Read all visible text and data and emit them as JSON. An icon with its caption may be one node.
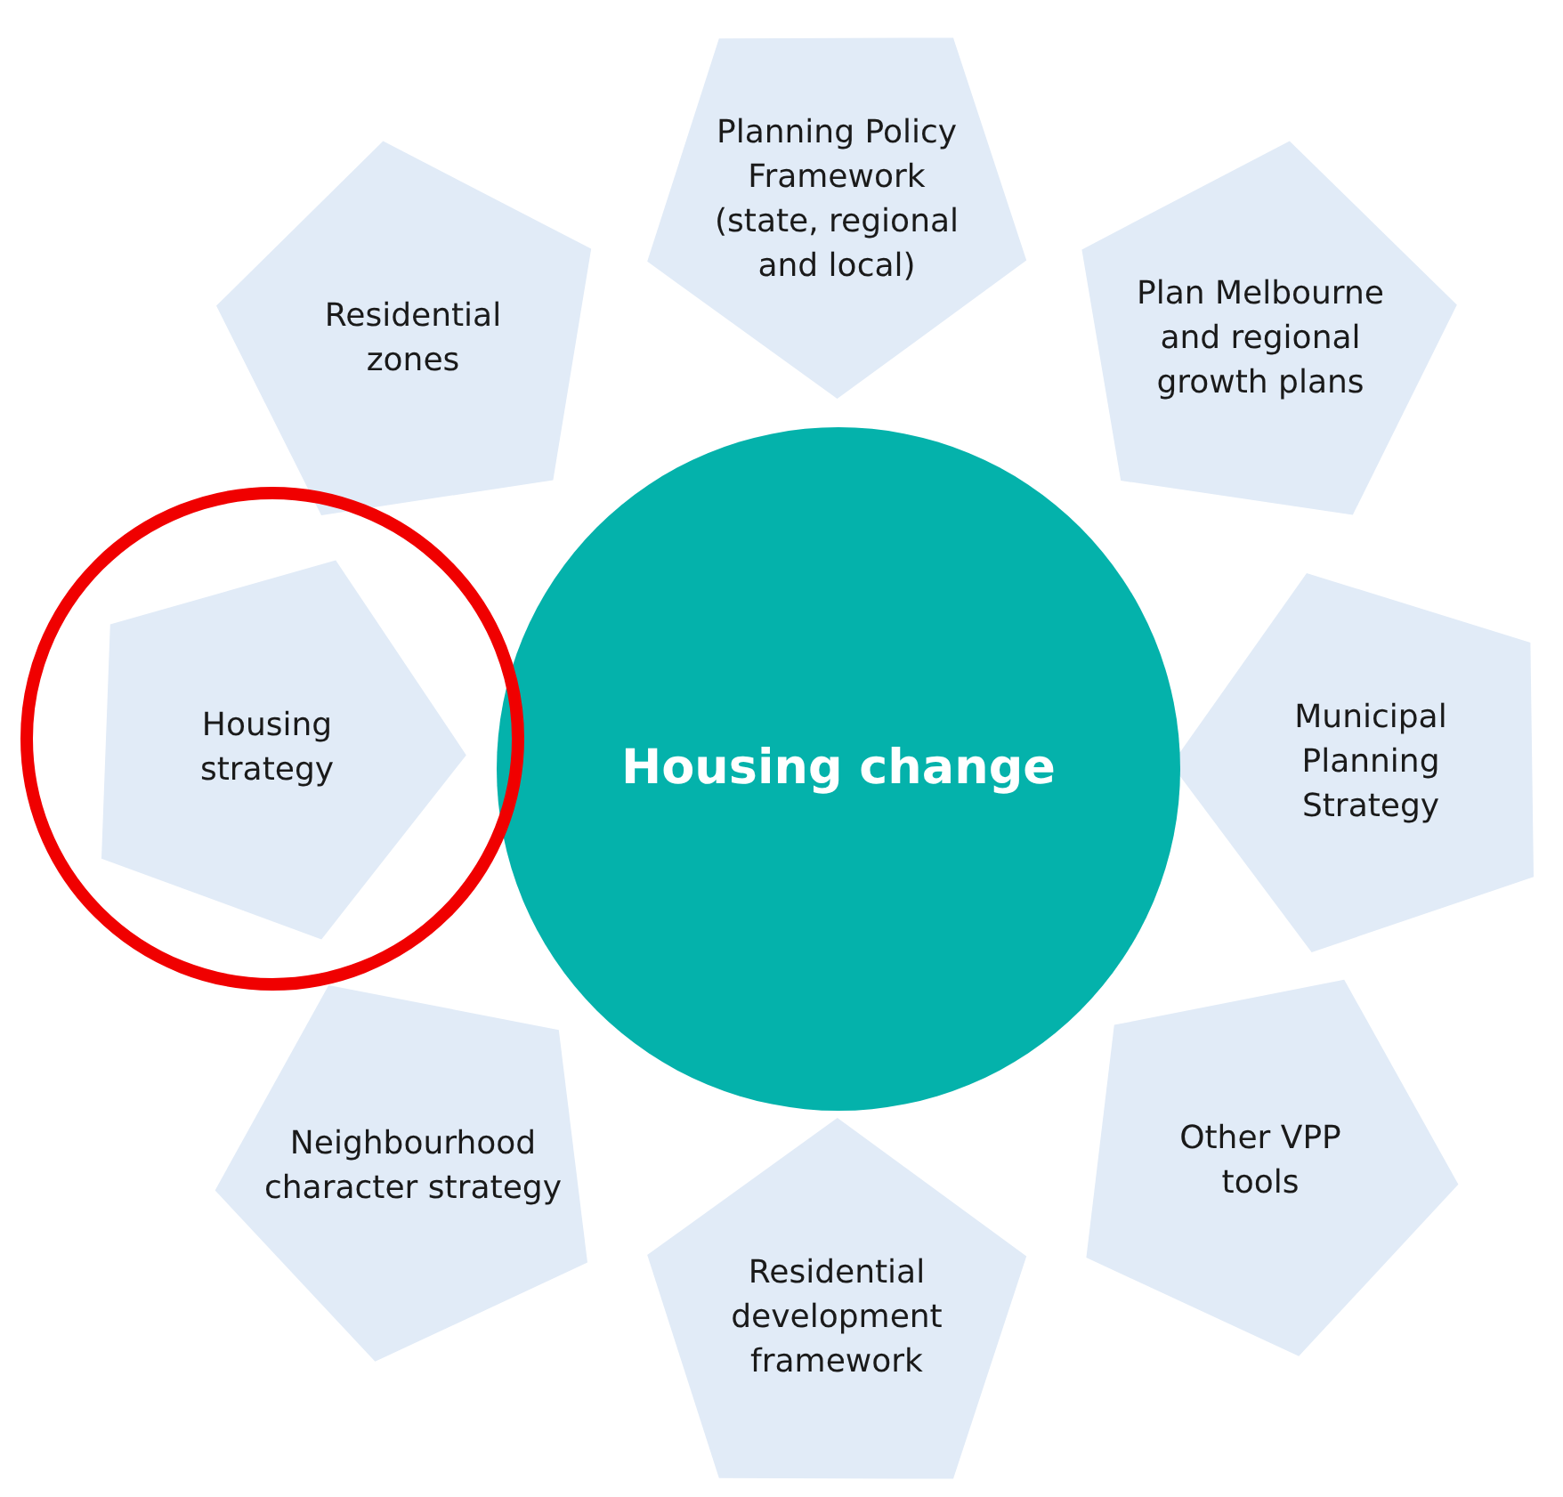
{
  "diagram": {
    "nodes": [
      {
        "text": [
          "Planning Policy Framework (state, regional and local)"
        ]
      },
      {
        "text": [
          "Residential zones"
        ]
      },
      {
        "text": [
          "Plan Melbourne and regional growth plans"
        ]
      },
      {
        "text": [],
        "shape": "circle"
      },
      {
        "text": [
          "Housing strategy"
        ],
        "in": 3
      },
      {
        "text": [
          "Housing change"
        ]
      },
      {
        "text": [
          "Municipal Planning Strategy"
        ]
      },
      {
        "text": [
          "Neighbourhood character strategy"
        ]
      },
      {
        "text": [
          "Other VPP tools"
        ]
      },
      {
        "text": [
          "Residential development framework"
        ]
      }
    ]
  }
}
